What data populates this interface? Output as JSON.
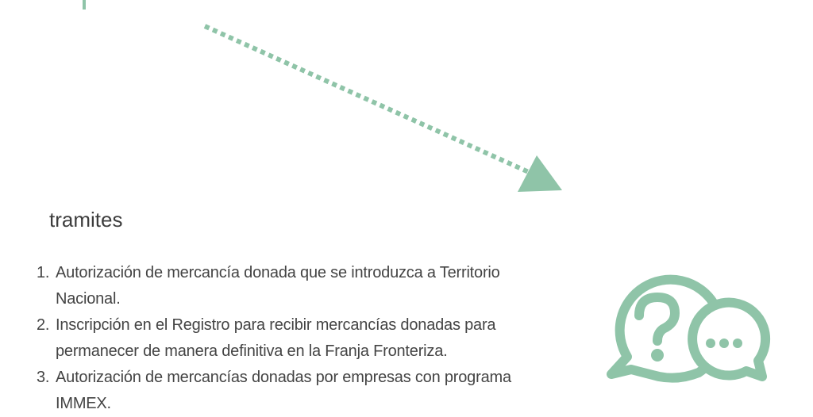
{
  "colors": {
    "accent": "#8fc4a8",
    "text": "#444444"
  },
  "heading": "tramites",
  "items": [
    {
      "number": "1.",
      "text": "Autorización de mercancía donada que se introduzca a Territorio Nacional."
    },
    {
      "number": "2.",
      "text": "Inscripción en el Registro para recibir mercancías donadas para permanecer de manera definitiva en la Franja Fronteriza."
    },
    {
      "number": "3.",
      "text": "Autorización de mercancías donadas por empresas con programa IMMEX."
    }
  ],
  "icons": {
    "arrow": "dotted-arrow-icon",
    "chat": "question-chat-bubbles-icon"
  }
}
